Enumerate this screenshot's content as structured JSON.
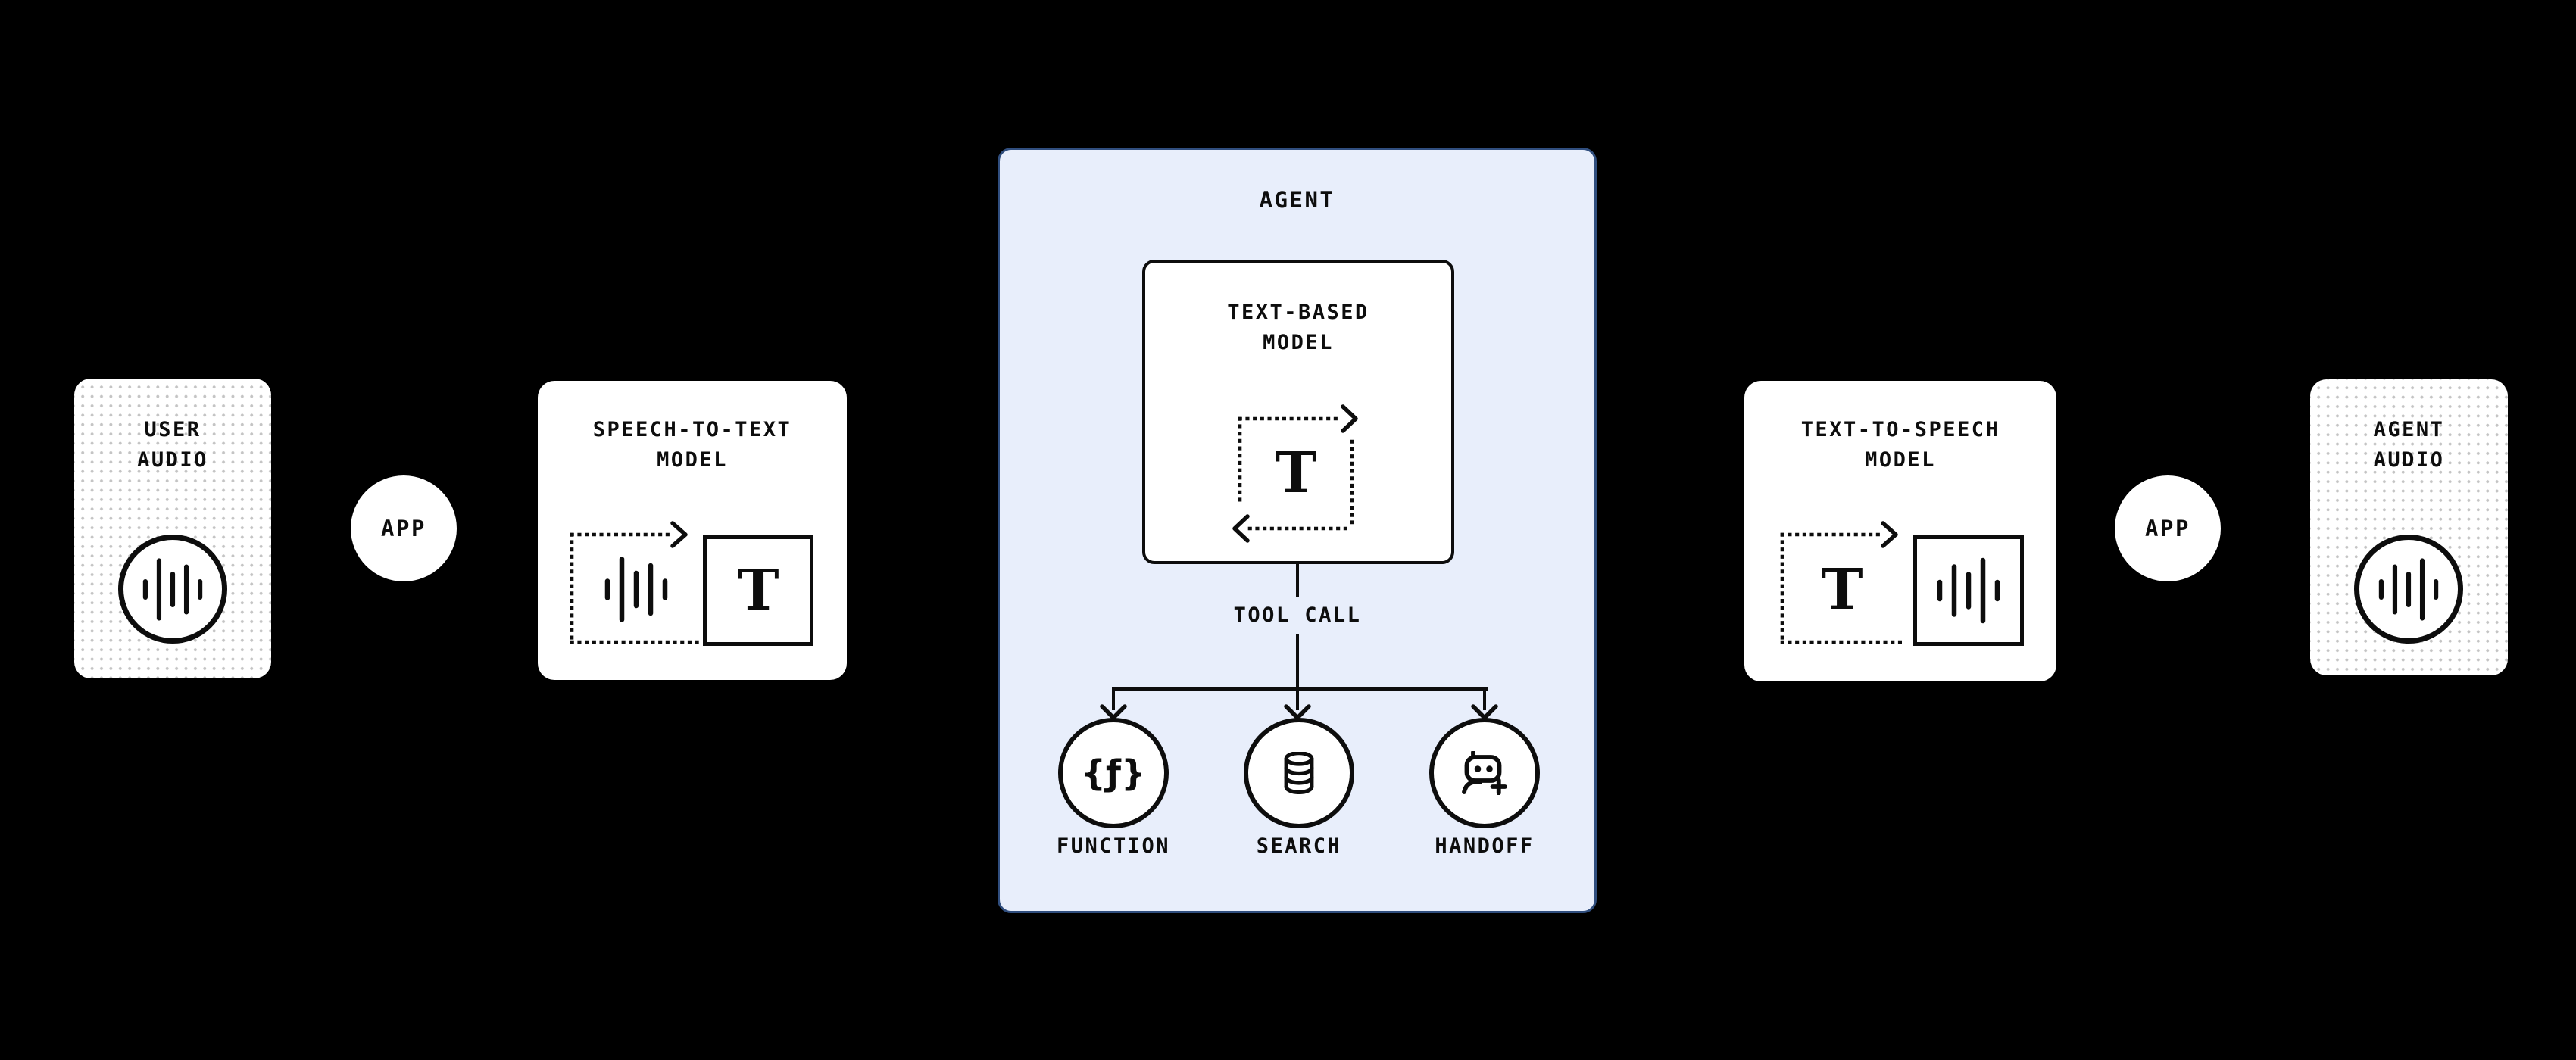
{
  "colors": {
    "background": "#000000",
    "card_background": "#ffffff",
    "dot_pattern": "#c4c4c4",
    "ink": "#0d0d0d",
    "agent_panel_background": "#e8eefb",
    "agent_panel_border": "#304e7e"
  },
  "user_audio": {
    "line1": "USER",
    "line2": "AUDIO",
    "icon": "waveform-circle-icon"
  },
  "app_left": {
    "label": "APP"
  },
  "stt": {
    "line1": "SPEECH-TO-TEXT",
    "line2": "MODEL",
    "icons": [
      "waveform-dotted-box-icon",
      "arrow-right-icon",
      "text-glyph-box-icon"
    ]
  },
  "agent": {
    "title": "AGENT",
    "text_model": {
      "line1": "TEXT-BASED",
      "line2": "MODEL",
      "icon": "text-cycle-icon"
    },
    "tool_call_label": "TOOL CALL",
    "tools": [
      {
        "label": "FUNCTION",
        "icon": "braces-function-icon"
      },
      {
        "label": "SEARCH",
        "icon": "database-icon"
      },
      {
        "label": "HANDOFF",
        "icon": "robot-plus-icon"
      }
    ]
  },
  "tts": {
    "line1": "TEXT-TO-SPEECH",
    "line2": "MODEL",
    "icons": [
      "text-glyph-dotted-box-icon",
      "arrow-right-icon",
      "waveform-box-icon"
    ]
  },
  "app_right": {
    "label": "APP"
  },
  "agent_audio": {
    "line1": "AGENT",
    "line2": "AUDIO",
    "icon": "waveform-circle-icon"
  },
  "glyphs": {
    "text": "T",
    "function": "{ƒ}"
  }
}
